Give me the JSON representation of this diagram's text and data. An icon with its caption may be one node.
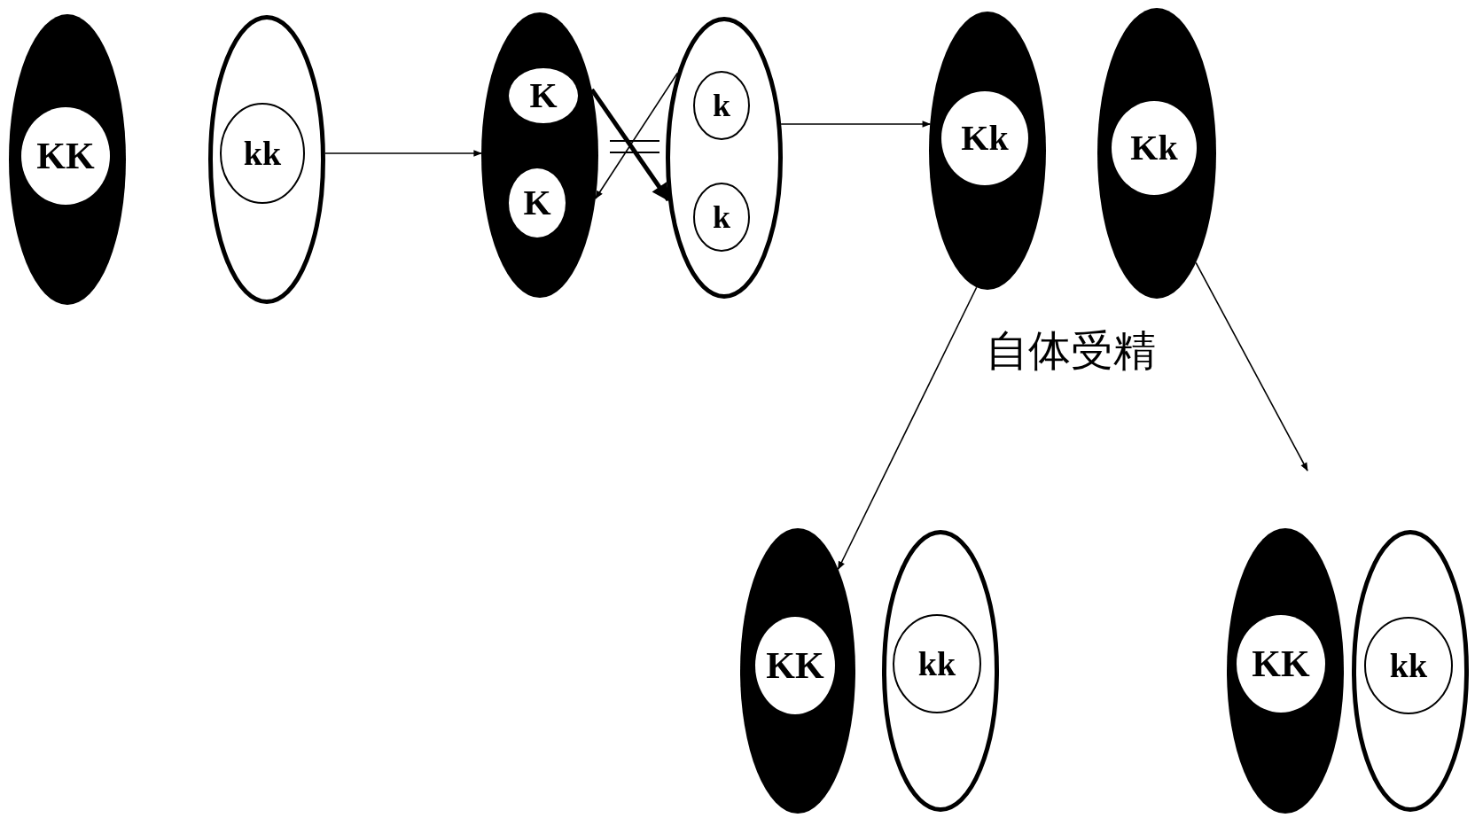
{
  "diagram": {
    "nodes": [
      {
        "text": [],
        "shape": "ellipse"
      },
      {
        "text": [
          "KK"
        ],
        "in": 0
      },
      {
        "text": [],
        "shape": "ellipse"
      },
      {
        "text": [
          "kk"
        ],
        "in": 2
      },
      {
        "text": [],
        "shape": "ellipse"
      },
      {
        "text": [
          "K"
        ],
        "in": 4
      },
      {
        "text": [
          "K"
        ],
        "in": 4
      },
      {
        "text": [],
        "shape": "ellipse"
      },
      {
        "text": [
          "k"
        ],
        "in": 7
      },
      {
        "text": [
          "k"
        ],
        "in": 7
      },
      {
        "text": [],
        "shape": "ellipse"
      },
      {
        "text": [
          "Kk"
        ],
        "in": 10
      },
      {
        "text": [],
        "shape": "ellipse"
      },
      {
        "text": [
          "Kk"
        ],
        "in": 12
      },
      {
        "text": [],
        "shape": "ellipse"
      },
      {
        "text": [
          "KK"
        ],
        "in": 14
      },
      {
        "text": [],
        "shape": "ellipse"
      },
      {
        "text": [
          "kk"
        ],
        "in": 16
      },
      {
        "text": [],
        "shape": "ellipse"
      },
      {
        "text": [
          "KK"
        ],
        "in": 18
      },
      {
        "text": [],
        "shape": "ellipse"
      },
      {
        "text": [
          "kk"
        ],
        "in": 20
      }
    ],
    "edges": [
      {
        "from": 2,
        "to": 4,
        "arrow": "to"
      },
      {
        "from": 4,
        "to": 7,
        "arrow": "to",
        "style": "thick"
      },
      {
        "from": 7,
        "to": 4,
        "arrow": "to"
      },
      {
        "from": 7,
        "to": 10,
        "arrow": "to"
      },
      {
        "from": 10,
        "to": 14,
        "arrow": "to"
      },
      {
        "from": 12,
        "to": 18,
        "arrow": "to"
      }
    ],
    "labels": [
      "自体受精"
    ]
  }
}
